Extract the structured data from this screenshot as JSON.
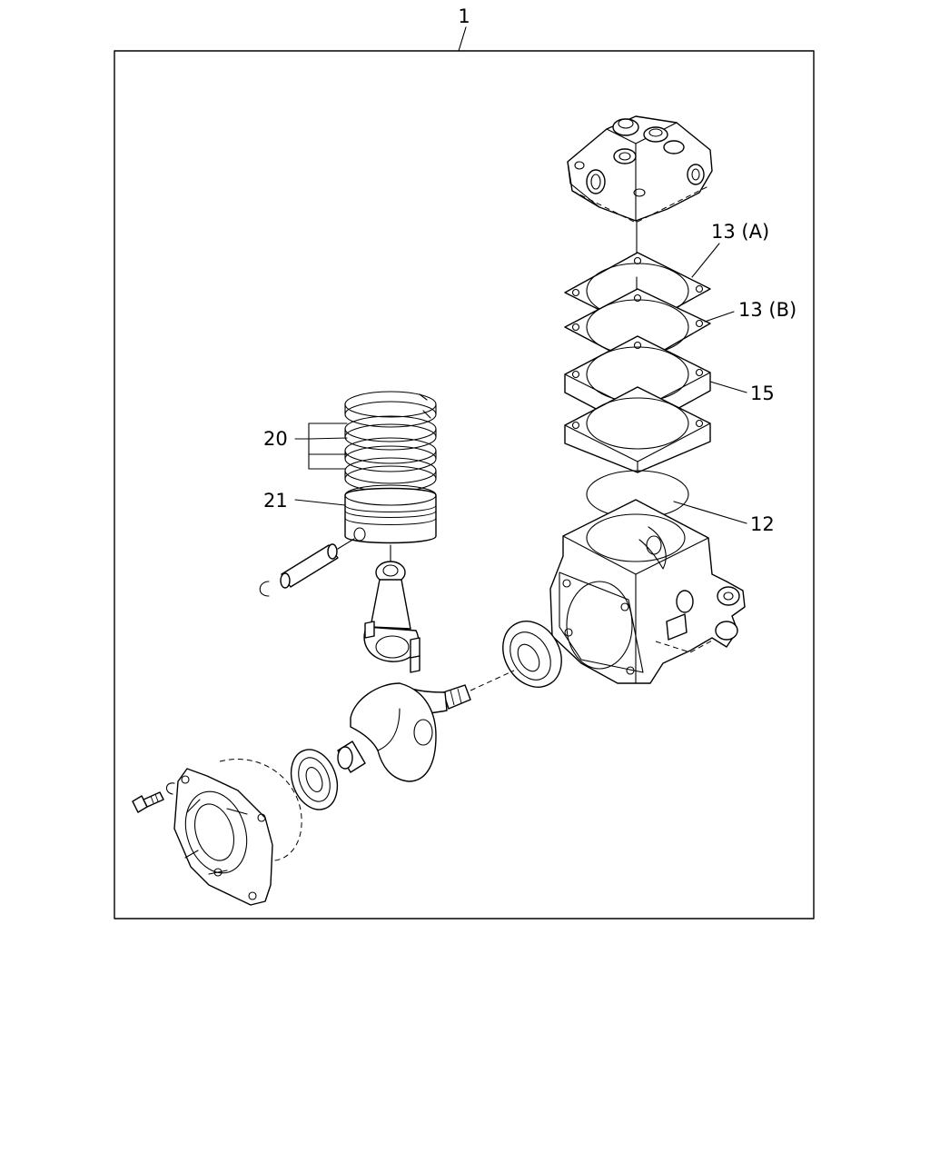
{
  "diagram": {
    "callouts": {
      "assembly": "1",
      "gasket_upper": "13 (A)",
      "gasket_lower": "13 (B)",
      "spacer_plate": "15",
      "o_ring": "12",
      "piston_rings": "20",
      "piston": "21"
    }
  }
}
